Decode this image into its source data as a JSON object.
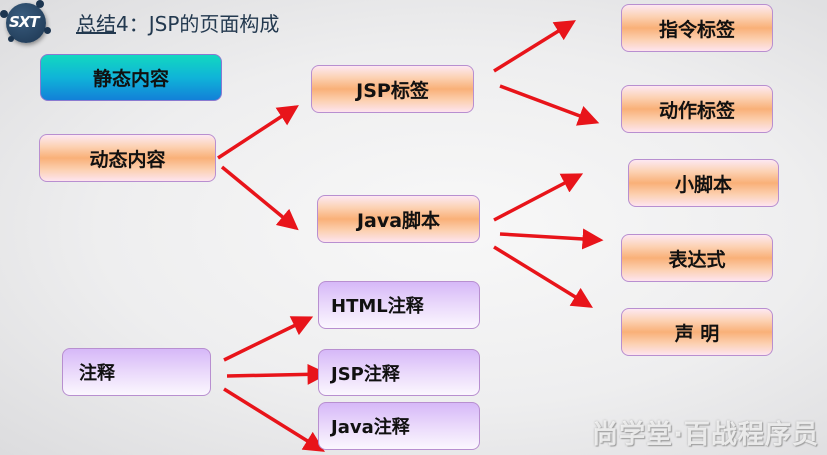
{
  "header": {
    "logo_text": "SXT",
    "title_prefix": "总结",
    "title_rest": "4：JSP的页面构成"
  },
  "diagram": {
    "static_content": "静态内容",
    "dynamic_content": "动态内容",
    "jsp_tags": "JSP标签",
    "java_script": "Java脚本",
    "directive_tags": "指令标签",
    "action_tags": "动作标签",
    "scriptlet": "小脚本",
    "expression": "表达式",
    "declaration": "声 明",
    "comments": "注释",
    "html_comment": "HTML注释",
    "jsp_comment": "JSP注释",
    "java_comment": "Java注释",
    "arrow_color": "#e8141a"
  },
  "watermark": "尚学堂·百战程序员"
}
